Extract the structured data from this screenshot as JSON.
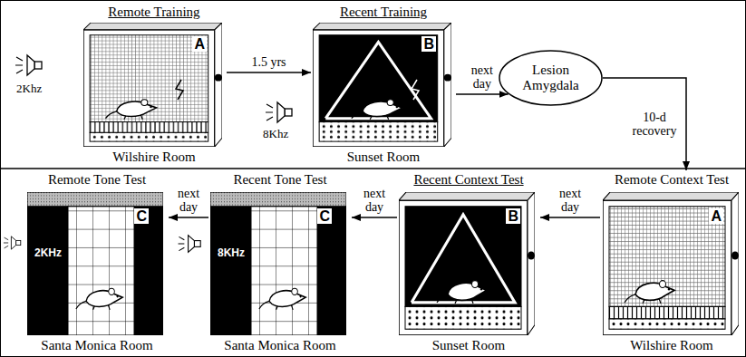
{
  "diagram": {
    "nodes": [
      {
        "text": [
          "Remote Training",
          "A",
          "Wilshire Room"
        ]
      },
      {
        "text": [
          "Recent Training",
          "B",
          "Sunset Room"
        ]
      },
      {
        "text": [
          "Lesion Amygdala"
        ]
      },
      {
        "text": [
          "Remote Context Test",
          "A",
          "Wilshire Room"
        ]
      },
      {
        "text": [
          "Recent Context Test",
          "B",
          "Sunset Room"
        ]
      },
      {
        "text": [
          "Recent Tone Test",
          "C",
          "Santa Monica Room"
        ]
      },
      {
        "text": [
          "Remote Tone Test",
          "C",
          "Santa Monica Room"
        ]
      }
    ],
    "edges": [
      {
        "from": 0,
        "to": 1,
        "arrow": "to",
        "label": "1.5 yrs"
      },
      {
        "from": 1,
        "to": 2,
        "arrow": "to",
        "label": "next day"
      },
      {
        "from": 2,
        "to": 3,
        "arrow": "to",
        "label": "10-d recovery"
      },
      {
        "from": 3,
        "to": 4,
        "arrow": "to",
        "label": "next day"
      },
      {
        "from": 4,
        "to": 5,
        "arrow": "to",
        "label": "next day"
      },
      {
        "from": 5,
        "to": 6,
        "arrow": "to",
        "label": "next day"
      }
    ],
    "labels": [
      "2Khz",
      "8Khz",
      "8KHz",
      "2KHz"
    ]
  }
}
